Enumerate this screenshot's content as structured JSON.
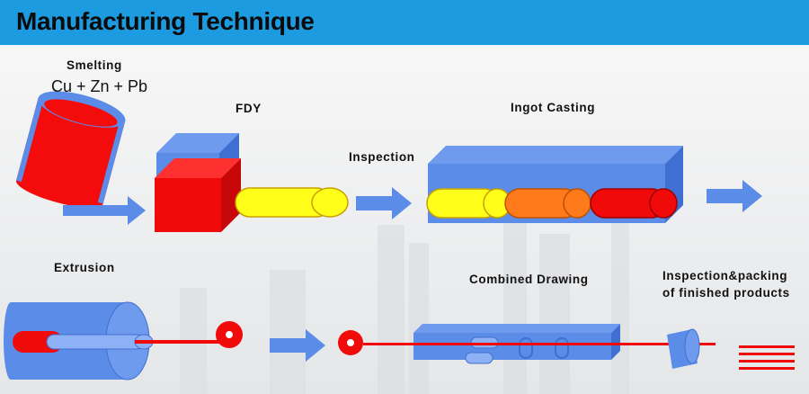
{
  "header": {
    "title": "Manufacturing Technique"
  },
  "steps": {
    "smelting": {
      "label": "Smelting",
      "formula": "Cu + Zn + Pb"
    },
    "fdy": {
      "label": "FDY"
    },
    "inspection": {
      "label": "Inspection"
    },
    "ingot_casting": {
      "label": "Ingot Casting"
    },
    "extrusion": {
      "label": "Extrusion"
    },
    "combined_drawing": {
      "label": "Combined Drawing"
    },
    "inspection_packing": {
      "line1": "Inspection&packing",
      "line2": "of finished products"
    }
  },
  "colors": {
    "header": "#1d9be0",
    "blue": "#5b8de8",
    "blue_dark": "#3f6fd0",
    "red": "#f00a0a",
    "yellow": "#ffff1a",
    "orange": "#ff7a1a",
    "arrow": "#5b8de8"
  }
}
